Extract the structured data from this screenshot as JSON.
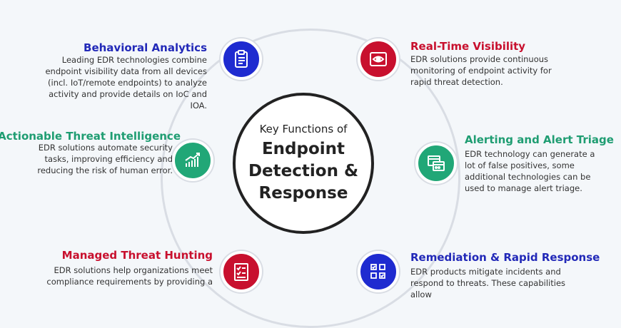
{
  "center": {
    "subtitle": "Key Functions of",
    "title_lines": [
      "Endpoint",
      "Detection &",
      "Response"
    ]
  },
  "items": [
    {
      "title": "Behavioral Analytics",
      "desc": "Leading EDR technologies combine endpoint visibility data from all devices (incl. IoT/remote endpoints) to analyze activity and provide details on IoC and IOA.",
      "icon": "clipboard-icon",
      "color": "#1f2bd0"
    },
    {
      "title": "Real-Time Visibility",
      "desc": "EDR solutions provide continuous monitoring of endpoint activity for rapid threat detection.",
      "icon": "eye-monitor-icon",
      "color": "#c8102e"
    },
    {
      "title": "Actionable Threat Intelligence",
      "desc": "EDR solutions automate security tasks, improving efficiency and reducing the risk of human error.",
      "icon": "chart-trend-icon",
      "color": "#21a777"
    },
    {
      "title": "Alerting and Alert Triage",
      "desc": "EDR technology can generate a lot of false positives, some additional technologies can be used to manage alert triage.",
      "icon": "alert-windows-icon",
      "color": "#21a777"
    },
    {
      "title": "Managed Threat Hunting",
      "desc": "EDR solutions help organizations meet compliance requirements by providing a",
      "icon": "checklist-icon",
      "color": "#c8102e"
    },
    {
      "title": "Remediation & Rapid Response",
      "desc": "EDR products mitigate incidents and respond to threats. These capabilities allow",
      "icon": "grid-check-icon",
      "color": "#1f2bd0"
    }
  ]
}
